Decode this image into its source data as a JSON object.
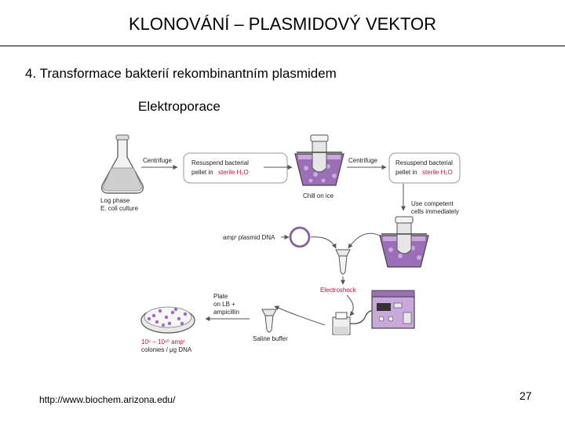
{
  "slide": {
    "title": "KLONOVÁNÍ – PLASMIDOVÝ VEKTOR",
    "subtitle": "4. Transformace bakterií rekombinantním plasmidem",
    "method": "Elektroporace",
    "source_url": "http://www.biochem.arizona.edu/",
    "page_number": "27"
  },
  "diagram": {
    "centrifuge_1": "Centrifuge",
    "centrifuge_2": "Centrifuge",
    "log_phase_1": "Log phase",
    "log_phase_2": "E. coli culture",
    "resuspend_1_a": "Resuspend bacterial",
    "resuspend_1_b": "pellet in",
    "resuspend_2_a": "Resuspend bacterial",
    "resuspend_2_b": "pellet in",
    "sterile_water": "sterile H₂O",
    "chill_on_ice": "Chill on ice",
    "use_competent_1": "Use competent",
    "use_competent_2": "cells immediately",
    "plasmid_dna": "ampʳ plasmid DNA",
    "electroshock": "Electroshock",
    "plate_1": "Plate",
    "plate_2": "on LB +",
    "plate_3": "ampicillin",
    "saline_buffer": "Saline buffer",
    "colonies_1": "10⁶ – 10¹⁰ ampʳ",
    "colonies_2": "colonies / μg DNA"
  },
  "colors": {
    "accent_red": "#c0143c",
    "purple": "#9b6fb8",
    "purple_light": "#c9a8dc",
    "gray_line": "#555555"
  }
}
